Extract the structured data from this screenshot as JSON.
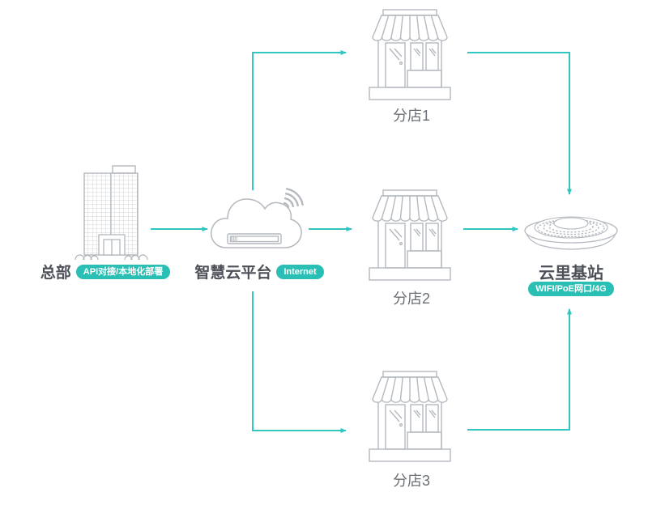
{
  "diagram": {
    "headquarters": {
      "label": "总部",
      "badge": "API对接/本地化部署"
    },
    "cloud": {
      "label": "智慧云平台",
      "badge": "Internet"
    },
    "branches": [
      {
        "label": "分店1"
      },
      {
        "label": "分店2"
      },
      {
        "label": "分店3"
      }
    ],
    "base_station": {
      "label": "云里基站",
      "badge": "WIFI/PoE网口/4G"
    },
    "connections": [
      {
        "from": "headquarters",
        "to": "cloud"
      },
      {
        "from": "cloud",
        "to": "branch1"
      },
      {
        "from": "cloud",
        "to": "branch2"
      },
      {
        "from": "cloud",
        "to": "branch3"
      },
      {
        "from": "branch1",
        "to": "base_station"
      },
      {
        "from": "branch2",
        "to": "base_station"
      },
      {
        "from": "branch3",
        "to": "base_station"
      }
    ],
    "colors": {
      "arrow_teal": "#31C6C0",
      "badge_teal": "#2ABFB4",
      "icon_outline_gray": "#B4B9BF",
      "label_dark": "#4C5057",
      "label_gray": "#6B6F75",
      "background": "#FFFFFF"
    }
  }
}
